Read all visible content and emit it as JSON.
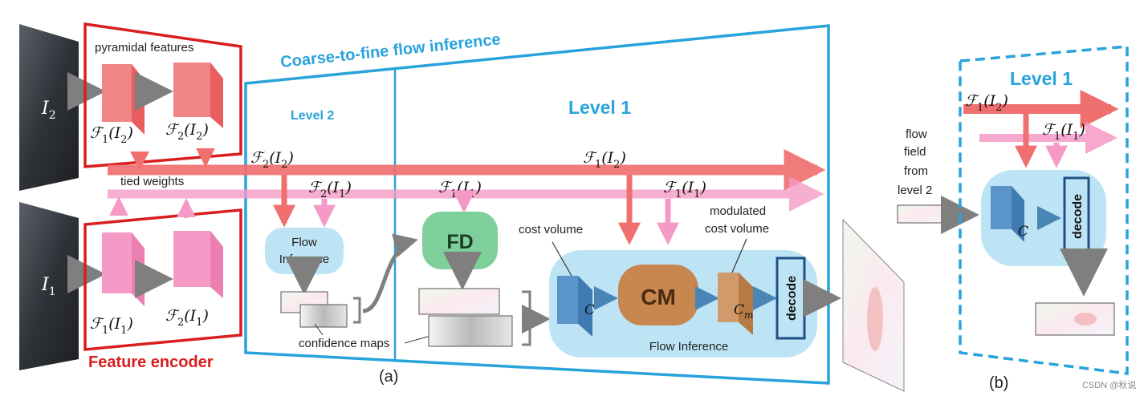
{
  "colors": {
    "encoder_red": "#d81e1e",
    "coarse_blue": "#29a3db",
    "arrow_gray": "#7f7f7f",
    "i2_stream": "#f06f6f",
    "i1_stream": "#f59ac6",
    "flow_inference_fill": "#bde4f5",
    "fd_green": "#7fcf9b",
    "cm_brown": "#c8874f"
  },
  "encoder": {
    "pyramidal_label": "pyramidal features",
    "tied_weights": "tied weights",
    "title": "Feature encoder",
    "input_top": {
      "base": "I",
      "sub": "2"
    },
    "input_bottom": {
      "base": "I",
      "sub": "1"
    },
    "top_features": [
      {
        "level": "1",
        "image": "2"
      },
      {
        "level": "2",
        "image": "2"
      }
    ],
    "bottom_features": [
      {
        "level": "1",
        "image": "1"
      },
      {
        "level": "2",
        "image": "1"
      }
    ]
  },
  "coarse_to_fine": {
    "title": "Coarse-to-fine flow inference",
    "level2": {
      "title": "Level 2",
      "feat_i2": {
        "level": "2",
        "image": "2"
      },
      "feat_i1": {
        "level": "2",
        "image": "1"
      },
      "flow_inference": [
        "Flow",
        "Inference"
      ],
      "confidence_maps": "confidence maps"
    },
    "level1": {
      "title": "Level 1",
      "fd_label": "FD",
      "fd_input": {
        "level": "1",
        "image": "1"
      },
      "feat_i2": {
        "level": "1",
        "image": "2"
      },
      "feat_i1": {
        "level": "1",
        "image": "1"
      },
      "cost_volume": "cost volume",
      "modulated_cost_volume": [
        "modulated",
        "cost volume"
      ],
      "cost_symbol": "C",
      "cm_label": "CM",
      "cm_output": {
        "base": "C",
        "sub": "m"
      },
      "decode": "decode",
      "flow_inference": "Flow Inference"
    }
  },
  "panel_b": {
    "title": "Level 1",
    "flow_field_caption": [
      "flow",
      "field",
      "from",
      "level 2"
    ],
    "feat_i2": {
      "level": "1",
      "image": "2"
    },
    "feat_i1": {
      "level": "1",
      "image": "1"
    },
    "cost_symbol": "C",
    "decode": "decode"
  },
  "captions": {
    "a": "(a)",
    "b": "(b)"
  },
  "watermark": "CSDN @秋说"
}
